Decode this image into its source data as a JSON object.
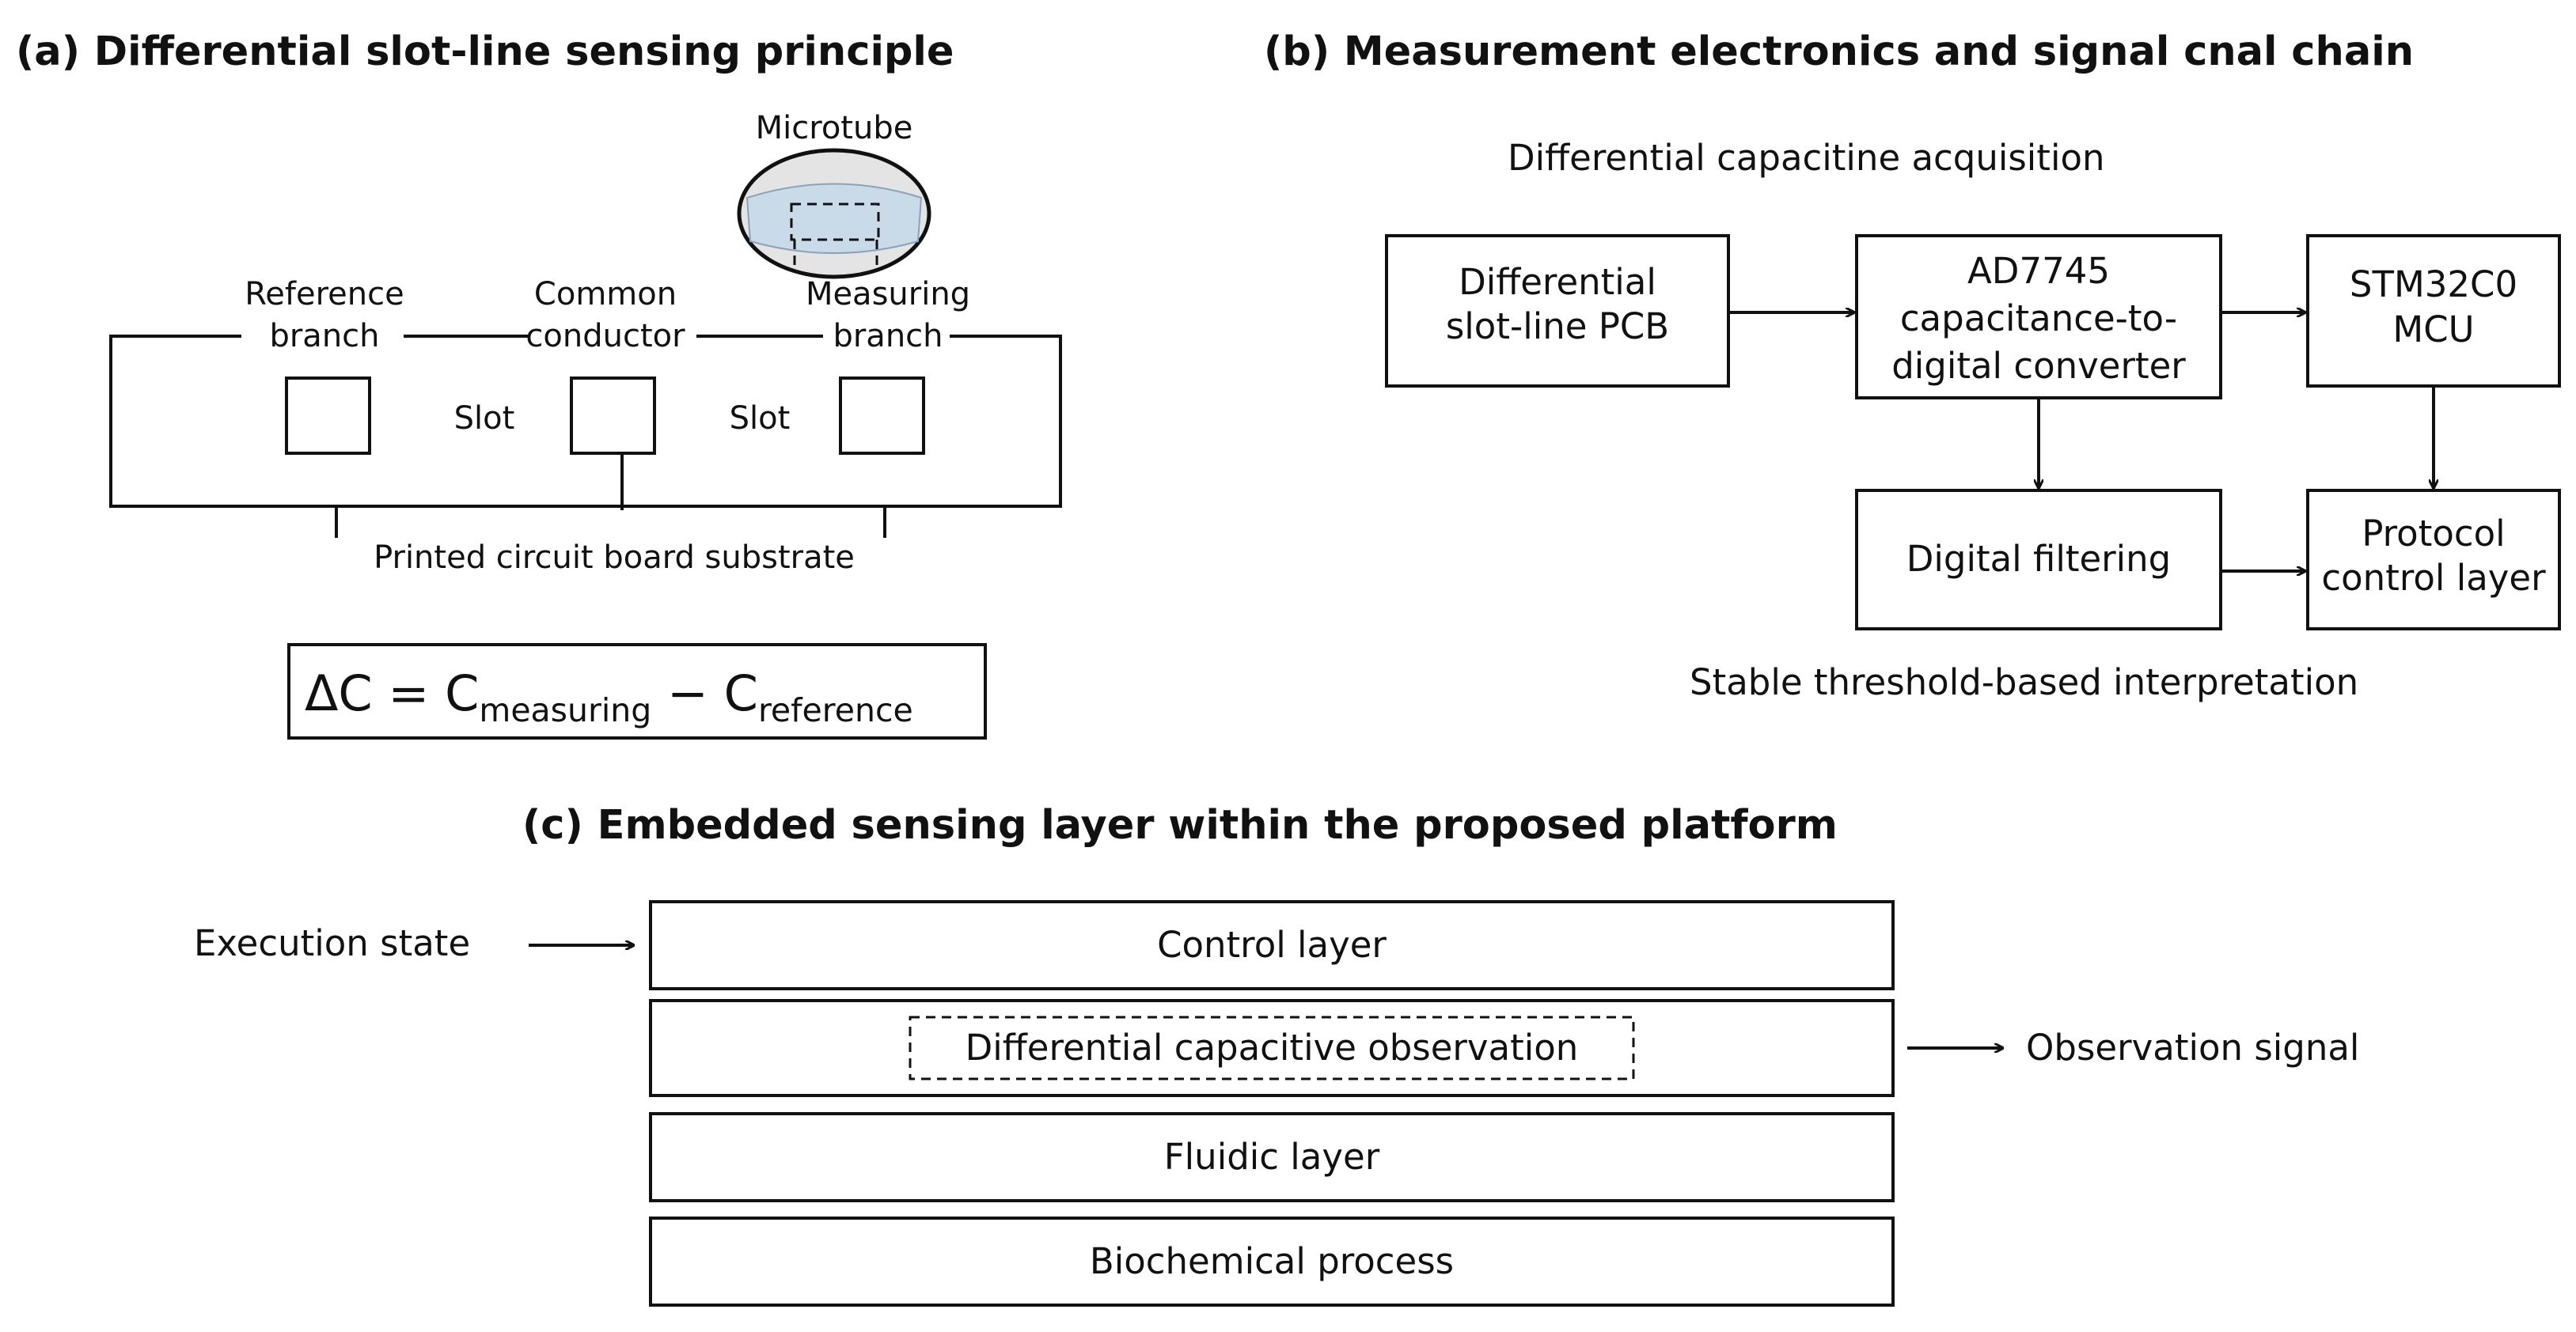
{
  "panel_a": {
    "title": "(a) Differential slot-line sensing principle",
    "microtube_label": "Microtube",
    "reference_branch": [
      "Reference",
      "branch"
    ],
    "common_conductor": [
      "Common",
      "conductor"
    ],
    "measuring_branch": [
      "Measuring",
      "branch"
    ],
    "slot_label": "Slot",
    "substrate_label": "Printed circuit board substrate",
    "equation": {
      "delta_c": "ΔC = C",
      "sub_measuring": "measuring",
      "minus": " − C",
      "sub_reference": "reference"
    }
  },
  "panel_b": {
    "title": "(b) Measurement electronics and signal cnal chain",
    "acquisition_label": "Differential capacitine acquisition",
    "pcb_box": [
      "Differential",
      "slot-line PCB"
    ],
    "ad7745_box": [
      "AD7745",
      "capacitance-to-",
      "digital converter"
    ],
    "mcu_box": [
      "STM32C0",
      "MCU"
    ],
    "filter_box": "Digital filtering",
    "protocol_box": [
      "Protocol",
      "control layer"
    ],
    "interpretation_label": "Stable threshold-based interpretation"
  },
  "panel_c": {
    "title": "(c) Embedded sensing layer within the proposed platform",
    "execution_state": "Execution state",
    "control_layer": "Control layer",
    "observation_box": "Differential capacitive observation",
    "observation_signal": "Observation signal",
    "fluidic_layer": "Fluidic layer",
    "biochemical_process": "Biochemical process"
  }
}
